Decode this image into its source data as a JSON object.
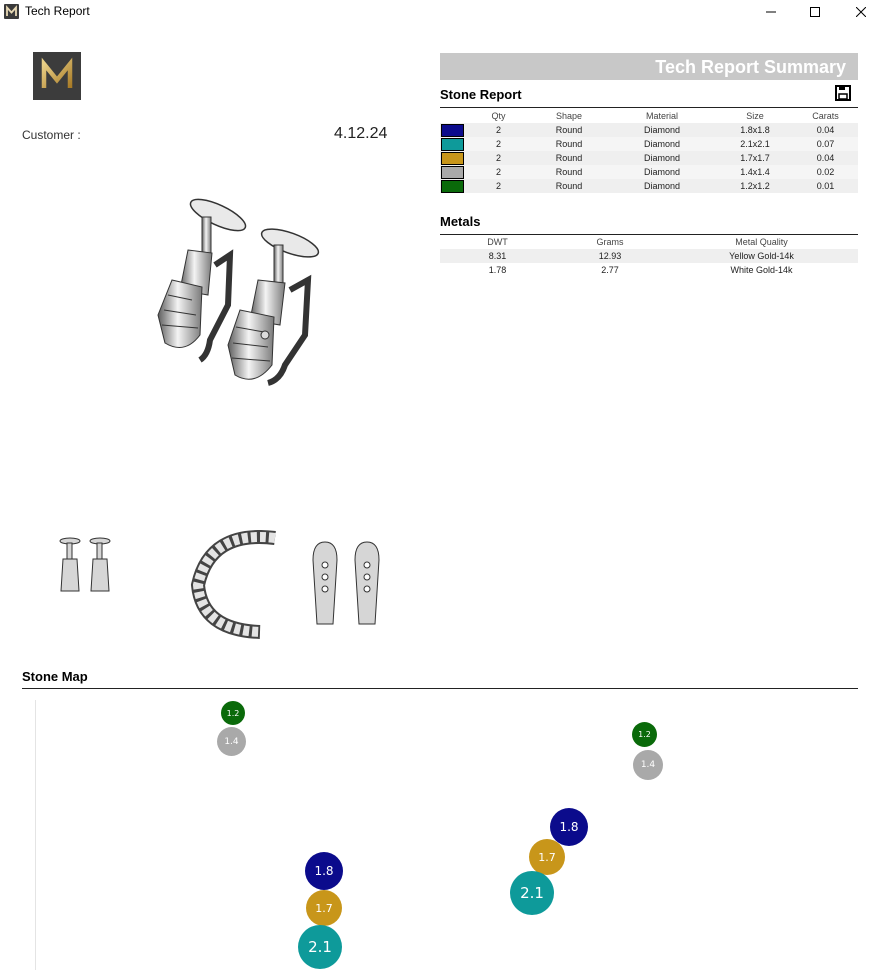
{
  "window": {
    "title": "Tech Report",
    "icon": "app-logo-icon",
    "controls": [
      "minimize-icon",
      "maximize-icon",
      "close-icon"
    ]
  },
  "logo": {
    "letter": "M",
    "colors": {
      "background": "#3c3c3c",
      "gold": "#c9a24a"
    }
  },
  "customer": {
    "label": "Customer :",
    "date": "4.12.24"
  },
  "summary": {
    "title": "Tech Report Summary"
  },
  "stone_report": {
    "title": "Stone Report",
    "save_icon": "save-icon",
    "headers": [
      "Qty",
      "Shape",
      "Material",
      "Size",
      "Carats"
    ],
    "rows": [
      {
        "color": "#0b0b8c",
        "qty": "2",
        "shape": "Round",
        "material": "Diamond",
        "size": "1.8x1.8",
        "carats": "0.04"
      },
      {
        "color": "#0e9a9a",
        "qty": "2",
        "shape": "Round",
        "material": "Diamond",
        "size": "2.1x2.1",
        "carats": "0.07"
      },
      {
        "color": "#c8961a",
        "qty": "2",
        "shape": "Round",
        "material": "Diamond",
        "size": "1.7x1.7",
        "carats": "0.04"
      },
      {
        "color": "#a9a9a9",
        "qty": "2",
        "shape": "Round",
        "material": "Diamond",
        "size": "1.4x1.4",
        "carats": "0.02"
      },
      {
        "color": "#0a6a0a",
        "qty": "2",
        "shape": "Round",
        "material": "Diamond",
        "size": "1.2x1.2",
        "carats": "0.01"
      }
    ]
  },
  "metals": {
    "title": "Metals",
    "headers": [
      "DWT",
      "Grams",
      "Metal Quality"
    ],
    "rows": [
      {
        "dwt": "8.31",
        "grams": "12.93",
        "quality": "Yellow Gold-14k"
      },
      {
        "dwt": "1.78",
        "grams": "2.77",
        "quality": "White Gold-14k"
      }
    ]
  },
  "stone_map": {
    "title": "Stone Map",
    "stones": [
      {
        "label": "1.2",
        "color": "#0a6a0a"
      },
      {
        "label": "1.4",
        "color": "#a9a9a9"
      },
      {
        "label": "1.2",
        "color": "#0a6a0a"
      },
      {
        "label": "1.4",
        "color": "#a9a9a9"
      },
      {
        "label": "1.8",
        "color": "#0b0b8c"
      },
      {
        "label": "1.7",
        "color": "#c8961a"
      },
      {
        "label": "2.1",
        "color": "#0e9a9a"
      },
      {
        "label": "1.8",
        "color": "#0b0b8c"
      },
      {
        "label": "1.7",
        "color": "#c8961a"
      },
      {
        "label": "2.1",
        "color": "#0e9a9a"
      }
    ]
  }
}
